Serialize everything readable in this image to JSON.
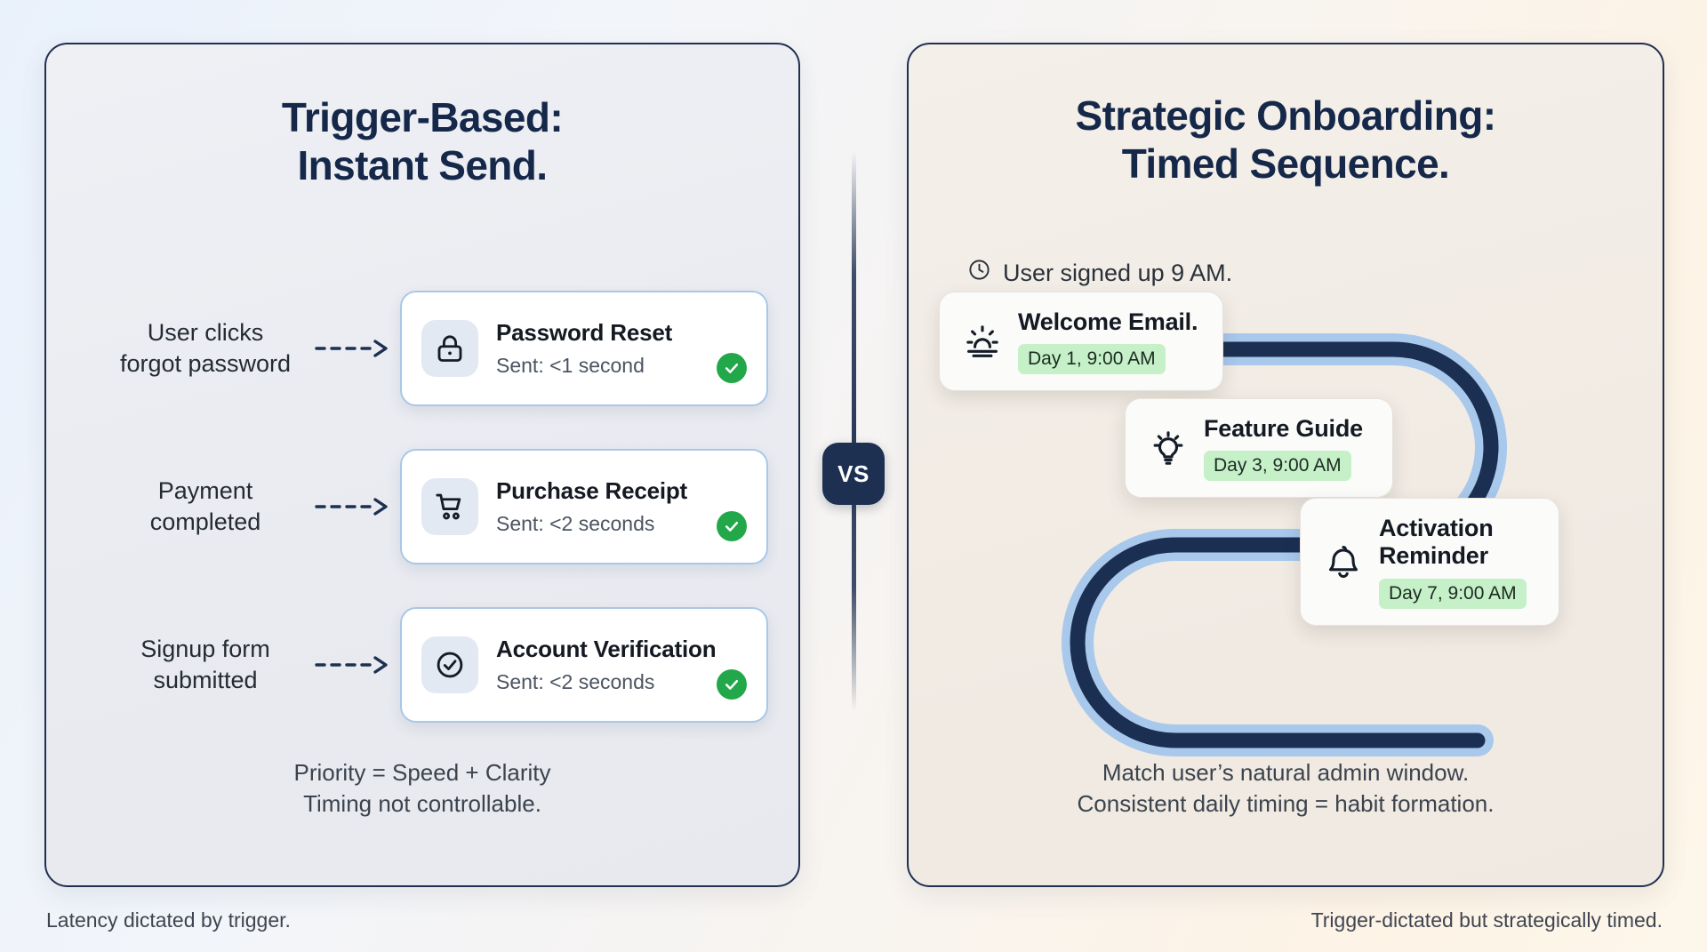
{
  "colors": {
    "navy": "#16284a",
    "card_border_blue": "#a8c8e8",
    "icon_tile": "#e3e9f3",
    "check_green": "#22a84a",
    "badge_green": "#c5f0c8",
    "path_dark": "#1b2f52",
    "path_halo": "#a8c8ec",
    "panel_left_bg": "#eef0f4",
    "panel_right_bg": "#f2ece5"
  },
  "left_panel": {
    "title_line1": "Trigger-Based:",
    "title_line2": "Instant Send.",
    "rows": [
      {
        "trigger_line1": "User clicks",
        "trigger_line2": "forgot password",
        "icon": "lock-icon",
        "title": "Password Reset",
        "subtitle": "Sent: <1 second",
        "status": "check-icon"
      },
      {
        "trigger_line1": "Payment",
        "trigger_line2": "completed",
        "icon": "shopping-cart-icon",
        "title": "Purchase Receipt",
        "subtitle": "Sent: <2 seconds",
        "status": "check-icon"
      },
      {
        "trigger_line1": "Signup form",
        "trigger_line2": "submitted",
        "icon": "check-circle-icon",
        "title": "Account Verification",
        "subtitle": "Sent: <2 seconds",
        "status": "check-icon"
      }
    ],
    "footnote_line1": "Priority = Speed + Clarity",
    "footnote_line2": "Timing not controllable.",
    "caption": "Latency dictated by trigger."
  },
  "center": {
    "vs_label": "VS"
  },
  "right_panel": {
    "title_line1": "Strategic Onboarding:",
    "title_line2": "Timed Sequence.",
    "signup_note": "User signed up 9 AM.",
    "signup_icon": "clock-icon",
    "sequence": [
      {
        "icon": "sunrise-icon",
        "title": "Welcome Email.",
        "badge": "Day 1, 9:00 AM"
      },
      {
        "icon": "lightbulb-icon",
        "title": "Feature Guide",
        "badge": "Day 3, 9:00 AM"
      },
      {
        "icon": "bell-icon",
        "title_line1": "Activation",
        "title_line2": "Reminder",
        "badge": "Day 7, 9:00 AM"
      }
    ],
    "footnote_line1": "Match user’s natural admin window.",
    "footnote_line2": "Consistent daily timing = habit formation.",
    "caption": "Trigger-dictated but strategically timed."
  }
}
